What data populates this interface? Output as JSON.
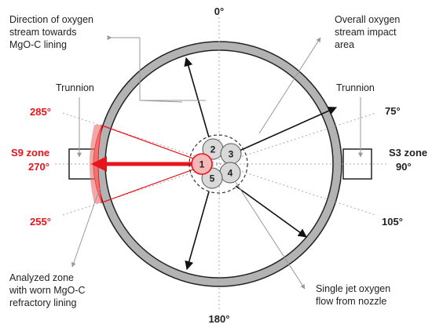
{
  "labels": {
    "direction": [
      "Direction of oxygen",
      "stream towards",
      "MgO-C lining"
    ],
    "impact": [
      "Overall oxygen",
      "stream impact",
      "area"
    ],
    "analyzed": [
      "Analyzed zone",
      "with worn MgO-C",
      "refractory lining"
    ],
    "single_jet": [
      "Single jet oxygen",
      "flow from nozzle"
    ],
    "trunnion_left": "Trunnion",
    "trunnion_right": "Trunnion",
    "s9_zone": "S9 zone",
    "s3_zone": "S3 zone"
  },
  "angles": {
    "top": "0°",
    "bottom": "180°",
    "a285": "285°",
    "a270": "270°",
    "a255": "255°",
    "a75": "75°",
    "a90": "90°",
    "a105": "105°"
  },
  "nozzles": [
    "1",
    "2",
    "3",
    "4",
    "5"
  ],
  "colors": {
    "shell": "#b3b3b3",
    "red": "#e8141c",
    "impact_fill": "#f08080",
    "nozzle_fill": "#d9d9d9"
  }
}
